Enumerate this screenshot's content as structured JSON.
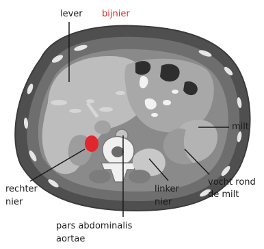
{
  "labels": {
    "lever": "lever",
    "bijnier": "bijnier",
    "milt": "milt",
    "vocht_line1": "vocht rond",
    "vocht_line2": "de milt",
    "rechter_line1": "rechter",
    "rechter_line2": "nier",
    "linker_line1": "linker",
    "linker_line2": "nier",
    "aorta_line1": "pars abdominalis",
    "aorta_line2": "aortae"
  },
  "colors": {
    "highlight": "#e0262e",
    "text": "#1a1a1a",
    "background": "#ffffff"
  }
}
